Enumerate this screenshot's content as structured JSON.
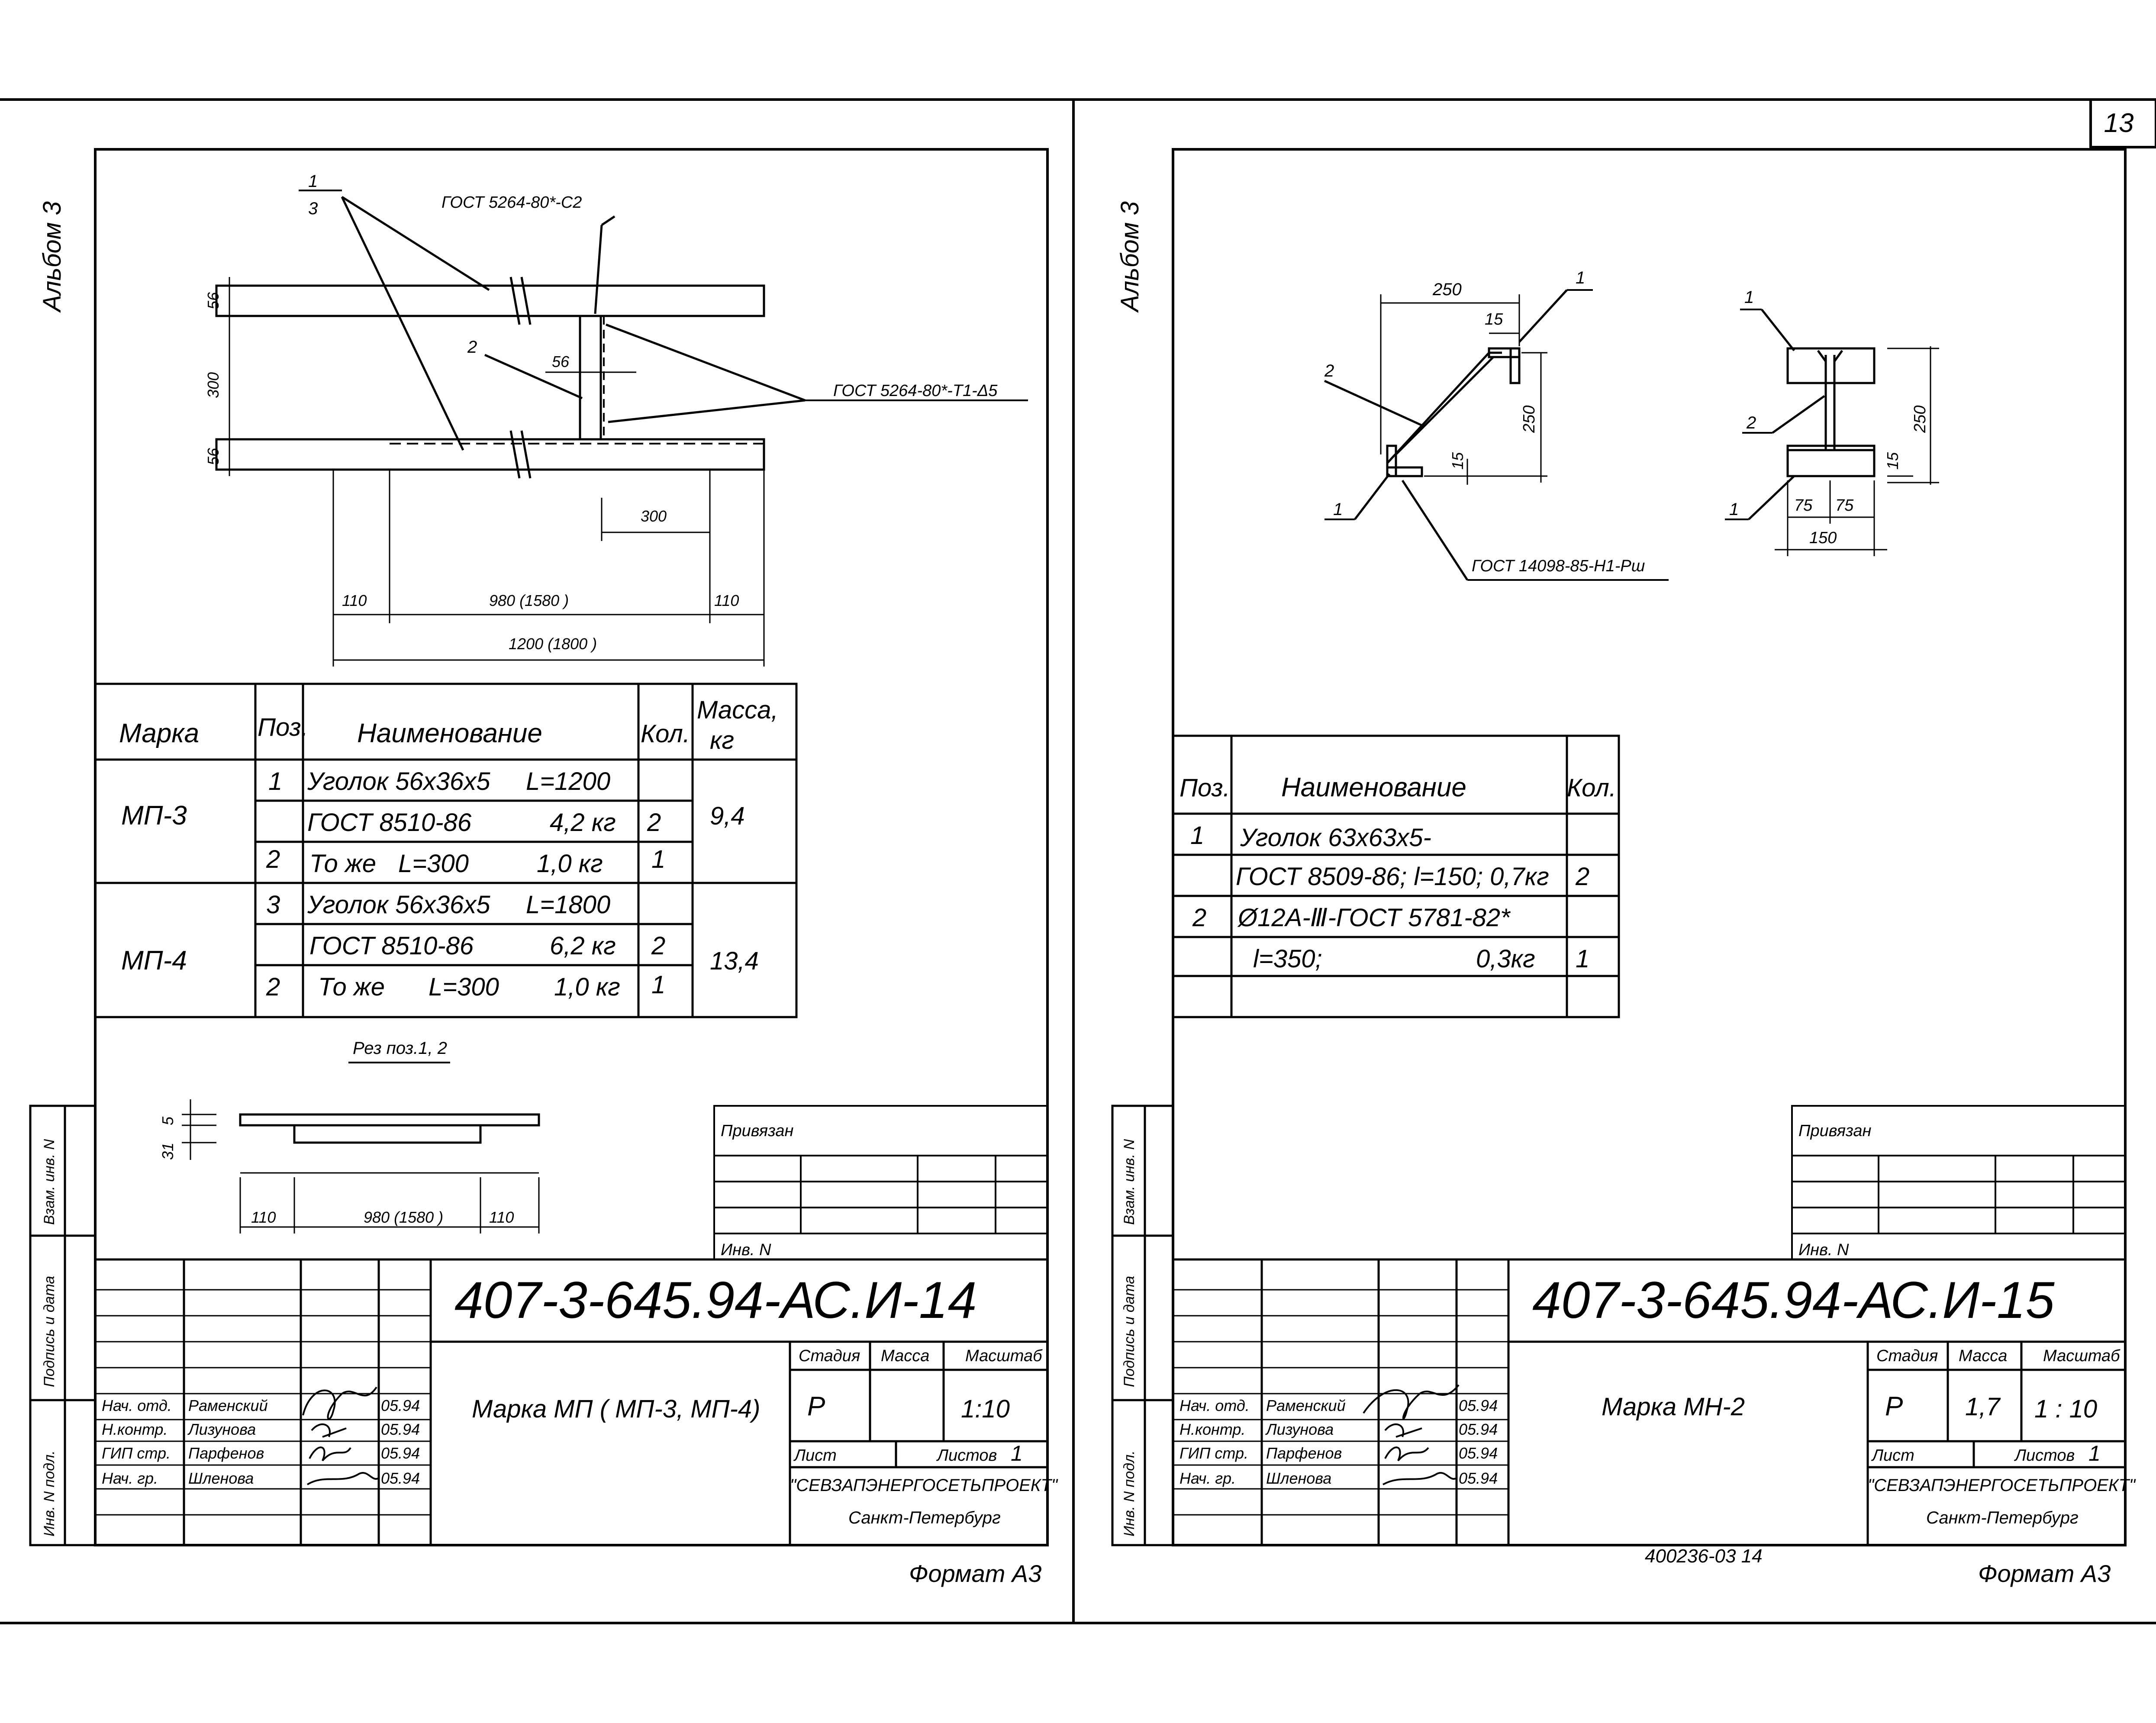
{
  "page_number": "13",
  "album_label": "Альбом 3",
  "format_label": "Формат А3",
  "bottom_handwritten": "400236-03  14",
  "left_sheet": {
    "callouts": {
      "leader_1_3_num": "1",
      "leader_1_3_den": "3",
      "weld_top": "ГОСТ 5264-80*-С2",
      "weld_right": "ГОСТ 5264-80*-Т1-Δ5",
      "pos2": "2"
    },
    "dims": {
      "d56_top": "56",
      "d300_vert": "300",
      "d56_bot": "56",
      "d56_inner": "56",
      "d300_horiz": "300",
      "d110_left": "110",
      "d980": "980 (1580 )",
      "d110_right": "110",
      "d1200": "1200 (1800 )"
    },
    "spec_table": {
      "headers": {
        "mark": "Марка",
        "pos": "Поз.",
        "name": "Наименование",
        "qty": "Кол.",
        "mass": "Масса, кг"
      },
      "rows": {
        "mp3": "МП-3",
        "r1_pos": "1",
        "r1_name": "Уголок 56х36х5",
        "r1_len": "L=1200",
        "r2_name": "ГОСТ 8510-86",
        "r2_w": "4,2 кг",
        "r2_qty": "2",
        "mass3": "9,4",
        "r3_pos": "2",
        "r3_name": "То же",
        "r3_len": "L=300",
        "r3_w": "1,0 кг",
        "r3_qty": "1",
        "mp4": "МП-4",
        "r4_pos": "3",
        "r4_name": "Уголок 56х36х5",
        "r4_len": "L=1800",
        "r5_name": "ГОСТ 8510-86",
        "r5_w": "6,2 кг",
        "r5_qty": "2",
        "mass4": "13,4",
        "r6_pos": "2",
        "r6_name": "То же",
        "r6_len": "L=300",
        "r6_w": "1,0 кг",
        "r6_qty": "1"
      }
    },
    "cut": {
      "title": "Рез поз.1, 2",
      "d31": "31",
      "d5": "5",
      "d110_l": "110",
      "d980": "980 (1580 )",
      "d110_r": "110"
    },
    "stamp": {
      "privyazan": "Привязан",
      "inv_n": "Инв. N",
      "code": "407-3-645.94-АС.И-14",
      "title": "Марка МП ( МП-3, МП-4)",
      "stage_h": "Стадия",
      "mass_h": "Масса",
      "scale_h": "Масштаб",
      "stage": "Р",
      "mass": "",
      "scale": "1:10",
      "sheet_h": "Лист",
      "sheets_h": "Листов",
      "sheets": "1",
      "org": "\"СЕВЗАПЭНЕРГОСЕТЬПРОЕКТ\"",
      "city": "Санкт-Петербург",
      "people": [
        {
          "role": "Нач. отд.",
          "name": "Раменский",
          "date": "05.94"
        },
        {
          "role": "Н.контр.",
          "name": "Лизунова",
          "date": "05.94"
        },
        {
          "role": "ГИП стр.",
          "name": "Парфенов",
          "date": "05.94"
        },
        {
          "role": "Нач. гр.",
          "name": "Шленова",
          "date": "05.94"
        }
      ],
      "side_labels": [
        "Взам. инв. N",
        "Подпись и дата",
        "Инв. N подл."
      ]
    }
  },
  "right_sheet": {
    "callouts": {
      "d250_top": "250",
      "d15_top": "15",
      "p1_top": "1",
      "p2": "2",
      "d250_vert": "250",
      "d15_right": "15",
      "p1_bottom": "1",
      "weld": "ГОСТ 14098-85-Н1-Рш",
      "s_p1_top": "1",
      "s_p2": "2",
      "s_p1_bot": "1",
      "s_d250": "250",
      "s_d15": "15",
      "s_d75a": "75",
      "s_d75b": "75",
      "s_d150": "150"
    },
    "spec_table": {
      "headers": {
        "pos": "Поз.",
        "name": "Наименование",
        "qty": "Кол."
      },
      "rows": {
        "r1_pos": "1",
        "r1_name": "Уголок 63х63х5-",
        "r2_name": "ГОСТ 8509-86; l=150; 0,7кг",
        "r2_qty": "2",
        "r3_pos": "2",
        "r3_name": "Ø12А-Ⅲ-ГОСТ 5781-82*",
        "r4_name": "l=350;",
        "r4_w": "0,3кг",
        "r4_qty": "1"
      }
    },
    "stamp": {
      "privyazan": "Привязан",
      "inv_n": "Инв. N",
      "code": "407-3-645.94-АС.И-15",
      "title": "Марка МН-2",
      "stage_h": "Стадия",
      "mass_h": "Масса",
      "scale_h": "Масштаб",
      "stage": "Р",
      "mass": "1,7",
      "scale": "1 : 10",
      "sheet_h": "Лист",
      "sheets_h": "Листов",
      "sheets": "1",
      "org": "\"СЕВЗАПЭНЕРГОСЕТЬПРОЕКТ\"",
      "city": "Санкт-Петербург",
      "people": [
        {
          "role": "Нач. отд.",
          "name": "Раменский",
          "date": "05.94"
        },
        {
          "role": "Н.контр.",
          "name": "Лизунова",
          "date": "05.94"
        },
        {
          "role": "ГИП стр.",
          "name": "Парфенов",
          "date": "05.94"
        },
        {
          "role": "Нач. гр.",
          "name": "Шленова",
          "date": "05.94"
        }
      ],
      "side_labels": [
        "Взам. инв. N",
        "Подпись и дата",
        "Инв. N подл."
      ]
    }
  }
}
